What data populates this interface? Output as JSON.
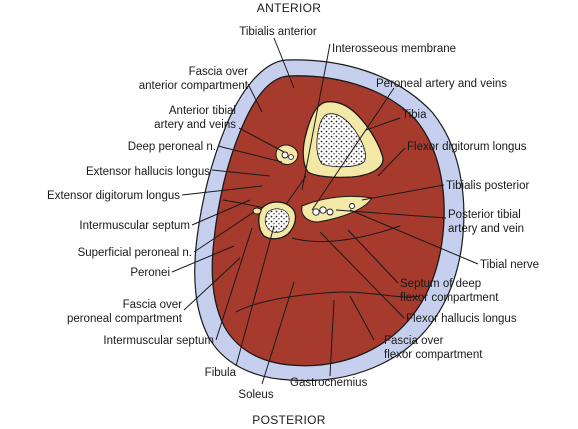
{
  "orientation": {
    "top": "ANTERIOR",
    "bottom": "POSTERIOR"
  },
  "labels": {
    "tibialis_anterior": "Tibialis anterior",
    "interosseous_membrane": "Interosseous membrane",
    "fascia_anterior_1": "Fascia over",
    "fascia_anterior_2": "anterior compartment",
    "peroneal_artery": "Peroneal artery and veins",
    "anterior_tibial_1": "Anterior tibial",
    "anterior_tibial_2": "artery and veins",
    "tibia": "Tibia",
    "deep_peroneal": "Deep peroneal n.",
    "flexor_digitorum": "Flexor digitorum longus",
    "extensor_hallucis": "Extensor hallucis longus",
    "tibialis_posterior": "Tibialis posterior",
    "extensor_digitorum": "Extensor digitorum longus",
    "posterior_tibial_1": "Posterior tibial",
    "posterior_tibial_2": "artery and vein",
    "intermuscular_septum_1": "Intermuscular septum",
    "superficial_peroneal": "Superficial peroneal n.",
    "tibial_nerve": "Tibial nerve",
    "peronei": "Peronei",
    "septum_deep_1": "Septum of deep",
    "septum_deep_2": "flexor compartment",
    "fascia_peroneal_1": "Fascia over",
    "fascia_peroneal_2": "peroneal compartment",
    "flexor_hallucis": "Flexor hallucis longus",
    "intermuscular_septum_2": "Intermuscular septum",
    "fascia_flexor_1": "Fascia over",
    "fascia_flexor_2": "flexor compartment",
    "fibula": "Fibula",
    "gastrocnemius": "Gastrocnemius",
    "soleus": "Soleus"
  },
  "colors": {
    "muscle": "#a53a2d",
    "fat": "#c6d0ee",
    "bone": "#f3e8a6",
    "outline": "#1a1a1a"
  }
}
